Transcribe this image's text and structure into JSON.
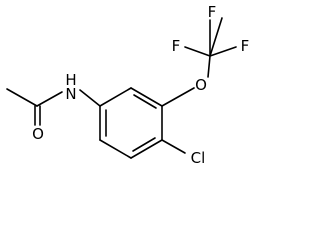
{
  "molecule": {
    "atoms": {
      "nitrogen": {
        "text": "N",
        "sub": "H"
      },
      "oxygen_carbonyl": "O",
      "oxygen_ether": "O",
      "chlorine": "Cl",
      "fluorine_top_left": "F",
      "fluorine_top_right": "F",
      "fluorine_right": "F"
    }
  }
}
